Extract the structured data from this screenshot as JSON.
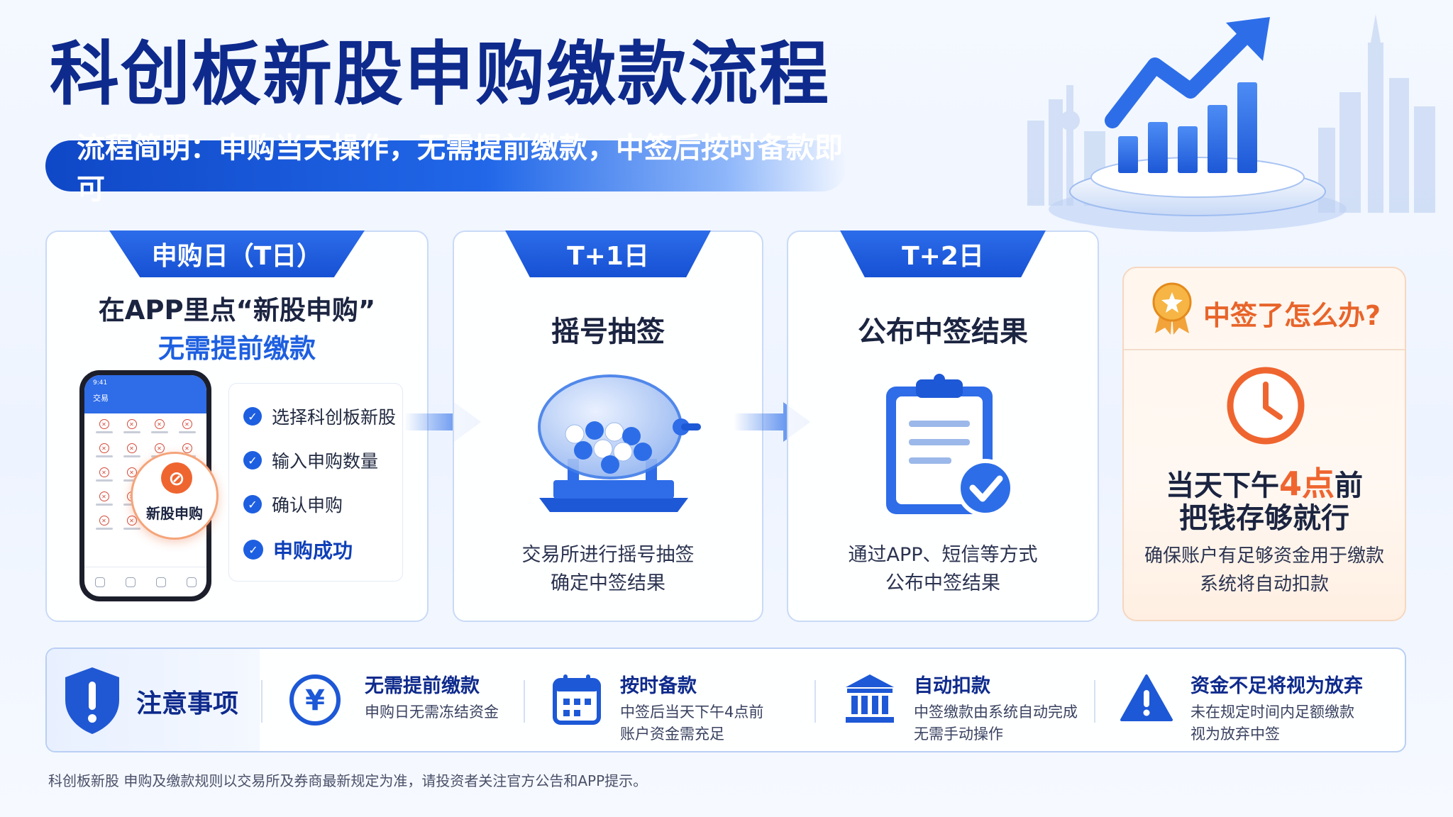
{
  "title": "科创板新股申购缴款流程",
  "subtitle": "流程简明：申购当天操作，无需提前缴款，中签后按时备款即可",
  "cards": [
    {
      "tab": "申购日（T日）",
      "title_line1": "在APP里点“新股申购”",
      "title_line2": "无需提前缴款",
      "phone": {
        "status": "9:41",
        "header": "交易"
      },
      "badge_label": "新股申购",
      "steps": [
        "选择科创板新股",
        "输入申购数量",
        "确认申购",
        "申购成功"
      ]
    },
    {
      "tab": "T+1日",
      "title": "摇号抽签",
      "desc": [
        "交易所进行摇号抽签",
        "确定中签结果"
      ]
    },
    {
      "tab": "T+2日",
      "title": "公布中签结果",
      "desc": [
        "通过APP、短信等方式",
        "公布中签结果"
      ]
    }
  ],
  "win_card": {
    "heading": "中签了怎么办?",
    "line1_before": "当天下午",
    "line1_highlight": "4点",
    "line1_after": "前",
    "line2": "把钱存够就行",
    "desc": [
      "确保账户有足够资金用于缴款",
      "系统将自动扣款"
    ]
  },
  "notice": {
    "label": "注意事项",
    "items": [
      {
        "icon": "yen-icon",
        "title": "无需提前缴款",
        "desc": [
          "申购日无需冻结资金"
        ]
      },
      {
        "icon": "calendar-icon",
        "title": "按时备款",
        "desc": [
          "中签后当天下午4点前",
          "账户资金需充足"
        ]
      },
      {
        "icon": "bank-icon",
        "title": "自动扣款",
        "desc": [
          "中签缴款由系统自动完成",
          "无需手动操作"
        ]
      },
      {
        "icon": "warning-icon",
        "title": "资金不足将视为放弃",
        "desc": [
          "未在规定时间内足额缴款",
          "视为放弃中签"
        ]
      }
    ]
  },
  "footnote": "科创板新股 申购及缴款规则以交易所及券商最新规定为准，请投资者关注官方公告和APP提示。",
  "colors": {
    "primary": "#1651d3",
    "navy": "#0e2a8c",
    "orange": "#ef6530",
    "orange_text": "#e8642a"
  }
}
